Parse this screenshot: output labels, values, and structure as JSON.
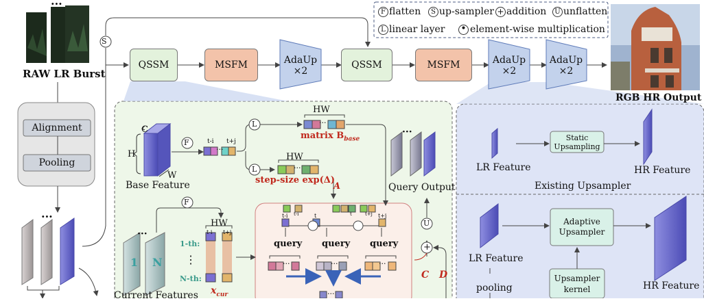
{
  "colors": {
    "qssm_fill": "#e3f2dc",
    "msfm_fill": "#f3c3aa",
    "adaup_fill": "#c3d2ec",
    "green_panel": "#eef7e9",
    "blue_panel": "#dee4f6",
    "accent_red": "#c0281c"
  },
  "legend": {
    "F": "F",
    "F_text": "flatten",
    "S": "S",
    "S_text": "up-sampler",
    "plus": "+",
    "plus_text": "addition",
    "U": "U",
    "U_text": "unflatten",
    "L": "L",
    "L_text": "linear layer",
    "dot_text": "element-wise multiplication"
  },
  "pipeline": {
    "input_label": "RAW LR Burst",
    "s_node": "S",
    "alignment": "Alignment",
    "pooling": "Pooling",
    "qssm_1": "QSSM",
    "msfm_1": "MSFM",
    "adaup_1": "AdaUp",
    "adaup_1_scale": "×2",
    "qssm_2": "QSSM",
    "msfm_2": "MSFM",
    "adaup_2": "AdaUp",
    "adaup_2_scale": "×2",
    "adaup_3": "AdaUp",
    "adaup_3_scale": "×2",
    "output_label": "RGB HR Output"
  },
  "qssm_detail": {
    "C": "C",
    "H": "H",
    "W": "W",
    "base_feature": "Base Feature",
    "F1": "F",
    "L1": "L",
    "L2": "L",
    "F2": "F",
    "t_minus_i": "t-i",
    "t_plus_j": "t+j",
    "hw_1": "HW",
    "hw_2": "HW",
    "hw_3": "HW",
    "matrix_b": "matrix B",
    "matrix_b_sub": "base",
    "step_size": "step-size exp(Δ)",
    "A": "A",
    "query_output": "Query Output",
    "first_th": "1-th:",
    "nth": "N-th:",
    "vdots": "⋮",
    "current_features": "Current Features",
    "x_cur": "x",
    "x_cur_sub": "cur",
    "frame_1": "1",
    "frame_n": "N",
    "dots": "···",
    "q_ti": "t-i",
    "q_t": "t",
    "q_tj": "t+j",
    "q_ti_b": "t-i",
    "q_t_b": "t",
    "q_tj_b": "t+j",
    "query_1": "query",
    "query_2": "query",
    "query_3": "query",
    "U": "U",
    "plus": "+",
    "C_label": "C",
    "D_label": "D"
  },
  "existing_upsampler": {
    "lr_feature": "LR Feature",
    "static": "Static",
    "upsampling": "Upsampling",
    "hr_feature": "HR Feature",
    "title": "Existing Upsampler"
  },
  "adaptive_upsampler": {
    "lr_feature": "LR Feature",
    "adaptive": "Adaptive",
    "upsampler": "Upsampler",
    "pooling": "pooling",
    "kernel_1": "Upsampler",
    "kernel_2": "kernel",
    "hr_feature": "HR Feature"
  }
}
